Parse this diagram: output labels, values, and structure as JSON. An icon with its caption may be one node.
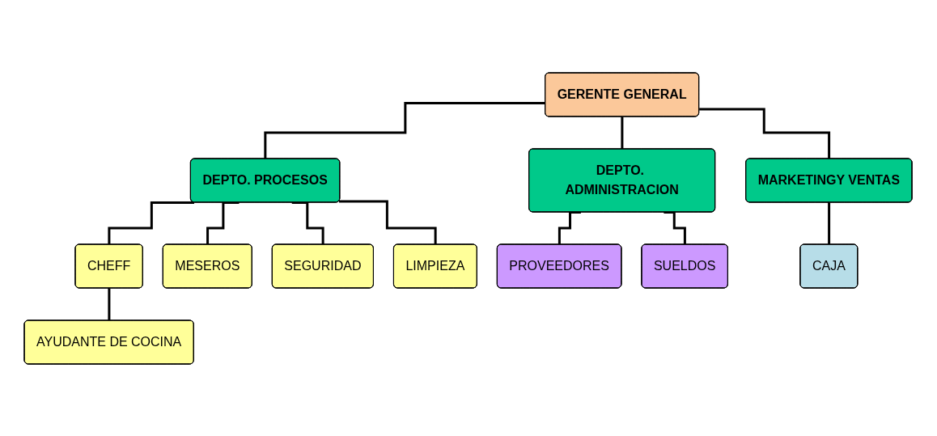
{
  "diagram": {
    "nodes": [
      {
        "text": [
          "GERENTE GENERAL"
        ]
      },
      {
        "text": [
          "DEPTO. PROCESOS"
        ]
      },
      {
        "text": [
          "DEPTO. ADMINISTRACION"
        ]
      },
      {
        "text": [
          "MARKETINGY VENTAS"
        ]
      },
      {
        "text": [
          "CHEFF"
        ]
      },
      {
        "text": [
          "AYUDANTE DE COCINA"
        ]
      },
      {
        "text": [
          "MESEROS"
        ]
      },
      {
        "text": [
          "SEGURIDAD"
        ]
      },
      {
        "text": [
          "LIMPIEZA"
        ]
      },
      {
        "text": [
          "PROVEEDORES"
        ]
      },
      {
        "text": [
          "SUELDOS"
        ]
      },
      {
        "text": [
          "CAJA"
        ]
      }
    ],
    "edges": [
      {
        "from": 0,
        "to": 1,
        "arrow": "none"
      },
      {
        "from": 0,
        "to": 2,
        "arrow": "none"
      },
      {
        "from": 0,
        "to": 3,
        "arrow": "none"
      },
      {
        "from": 1,
        "to": 4,
        "arrow": "none"
      },
      {
        "from": 4,
        "to": 5,
        "arrow": "none"
      },
      {
        "from": 1,
        "to": 6,
        "arrow": "none"
      },
      {
        "from": 1,
        "to": 7,
        "arrow": "none"
      },
      {
        "from": 1,
        "to": 8,
        "arrow": "none"
      },
      {
        "from": 2,
        "to": 9,
        "arrow": "none"
      },
      {
        "from": 2,
        "to": 10,
        "arrow": "none"
      },
      {
        "from": 3,
        "to": 11,
        "arrow": "none"
      }
    ]
  }
}
